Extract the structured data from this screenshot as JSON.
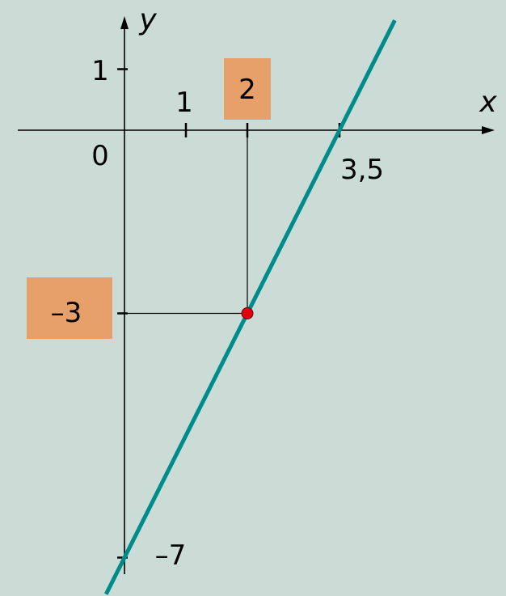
{
  "chart_data": {
    "type": "line",
    "xlabel": "x",
    "ylabel": "y",
    "xlim": [
      -1.8,
      6.2
    ],
    "ylim": [
      -7.6,
      2.0
    ],
    "grid": false,
    "origin_label": "0",
    "x_ticks": [
      {
        "value": 1,
        "label": "1"
      },
      {
        "value": 2,
        "label": "2"
      },
      {
        "value": 3.5,
        "label": "3,5"
      }
    ],
    "y_ticks": [
      {
        "value": 1,
        "label": "1"
      },
      {
        "value": -3,
        "label": "–3"
      },
      {
        "value": -7,
        "label": "–7"
      }
    ],
    "series": [
      {
        "x": [
          -0.3,
          4.4
        ],
        "y": [
          -7.6,
          1.8
        ]
      }
    ],
    "point": {
      "x": 2,
      "y": -3
    },
    "colors": {
      "background": "#cbdcd6",
      "line": "#008b8b",
      "point": "#e0000f",
      "highlight": "#e8a06a"
    }
  }
}
